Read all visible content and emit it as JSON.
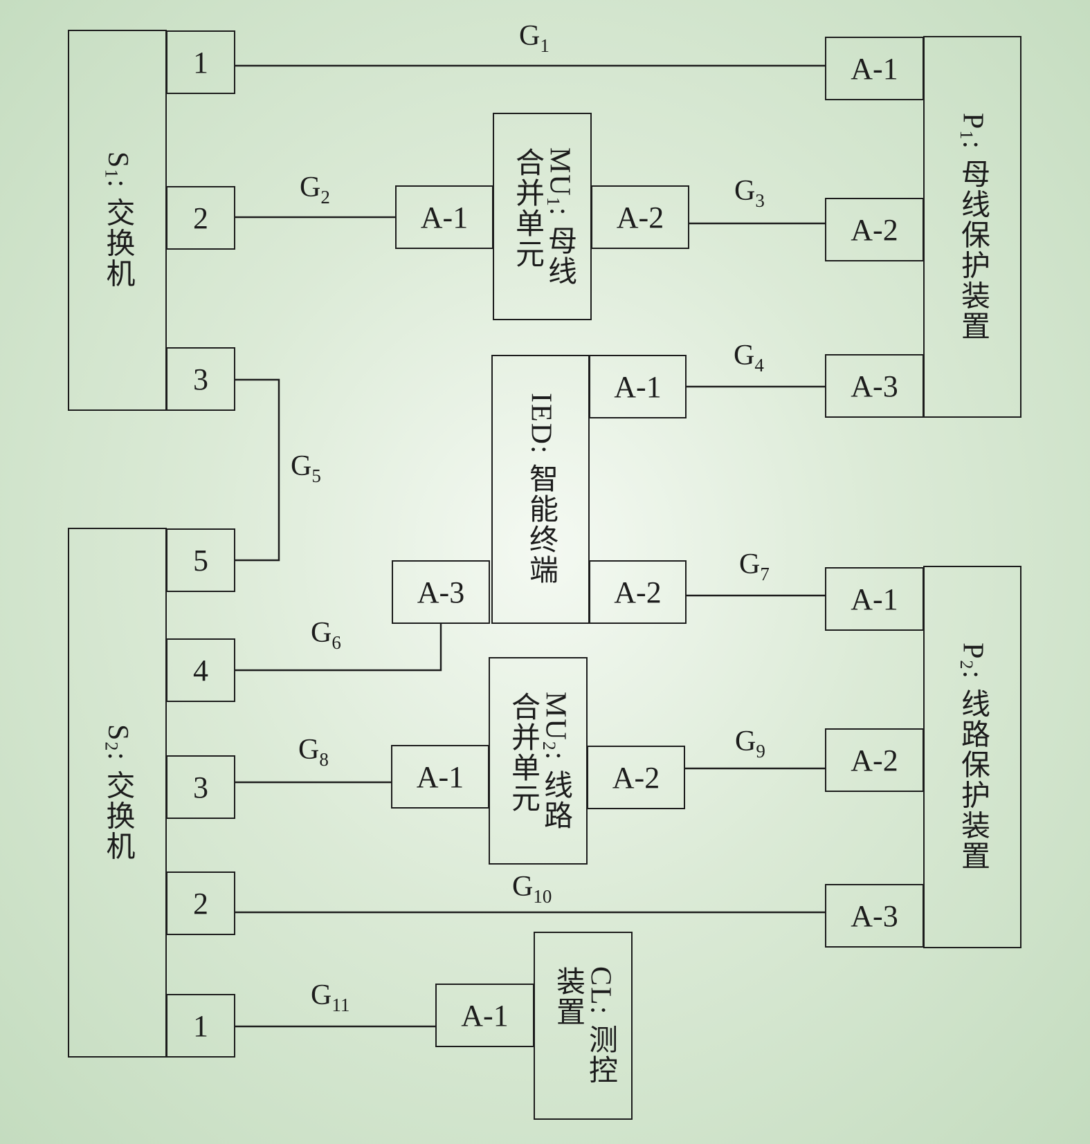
{
  "switches": {
    "s1": {
      "id": "S",
      "sub": "1",
      "name": "交换机"
    },
    "s2": {
      "id": "S",
      "sub": "2",
      "name": "交换机"
    }
  },
  "ports": {
    "s1": [
      "1",
      "2",
      "3"
    ],
    "s2": [
      "5",
      "4",
      "3",
      "2",
      "1"
    ]
  },
  "devices": {
    "p1": {
      "id": "P",
      "sub": "1",
      "name": "母线保护装置",
      "ports": [
        "A-1",
        "A-2",
        "A-3"
      ]
    },
    "p2": {
      "id": "P",
      "sub": "2",
      "name": "线路保护装置",
      "ports": [
        "A-1",
        "A-2",
        "A-3"
      ]
    },
    "mu1": {
      "id": "MU",
      "sub": "1",
      "line1": "母线",
      "line2": "合并单元",
      "ports": [
        "A-1",
        "A-2"
      ]
    },
    "mu2": {
      "id": "MU",
      "sub": "2",
      "line1": "线路",
      "line2": "合并单元",
      "ports": [
        "A-1",
        "A-2"
      ]
    },
    "ied": {
      "id": "IED",
      "name": "智能终端",
      "ports": [
        "A-1",
        "A-2",
        "A-3"
      ]
    },
    "cl": {
      "id": "CL",
      "line1": "测控",
      "line2": "装置",
      "ports": [
        "A-1"
      ]
    }
  },
  "links": [
    {
      "g": "G",
      "sub": "1"
    },
    {
      "g": "G",
      "sub": "2"
    },
    {
      "g": "G",
      "sub": "3"
    },
    {
      "g": "G",
      "sub": "4"
    },
    {
      "g": "G",
      "sub": "5"
    },
    {
      "g": "G",
      "sub": "6"
    },
    {
      "g": "G",
      "sub": "7"
    },
    {
      "g": "G",
      "sub": "8"
    },
    {
      "g": "G",
      "sub": "9"
    },
    {
      "g": "G",
      "sub": "10"
    },
    {
      "g": "G",
      "sub": "11"
    }
  ]
}
